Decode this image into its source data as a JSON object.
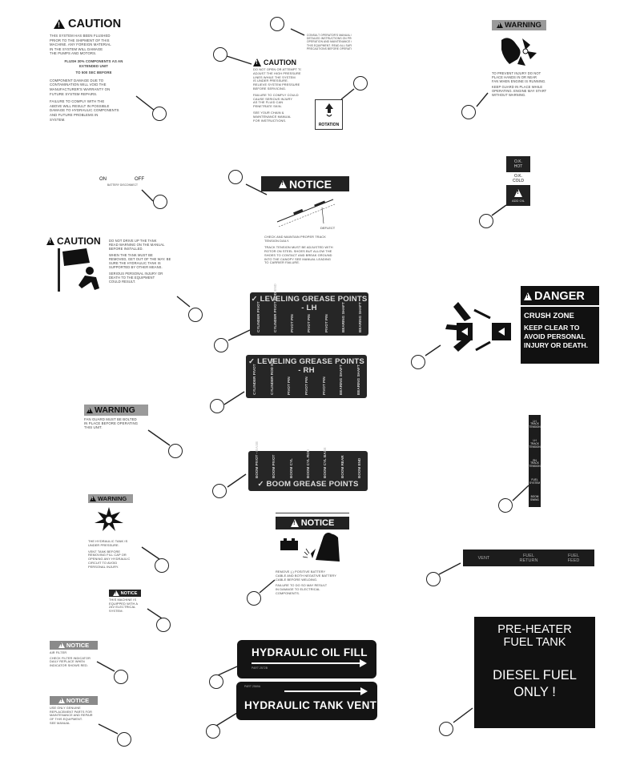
{
  "decals": {
    "caution_flush": {
      "header": "CAUTION",
      "lines_a": [
        "THIS SYSTEM HAS BEEN FLUSHED",
        "PRIOR TO THE SHIPMENT OF THIS",
        "MACHINE. ANY FOREIGN MATERIAL",
        "IN THE SYSTEM WILL DAMAGE",
        "THE PUMPS AND MOTORS."
      ],
      "lines_b": [
        "FLUSH 30% COMPONENTS AS AN",
        "EXTENDED UNIT",
        "TO 500 SEC BEFORE"
      ],
      "lines_c": [
        "COMPONENT DAMAGE DUE TO",
        "CONTAMINATION WILL VOID THE",
        "MANUFACTURER'S WARRANTY ON",
        "FUTURE SYSTEM REPAIRS."
      ],
      "lines_d": [
        "FAILURE TO COMPLY WITH THE",
        "ABOVE WILL RESULT IN POSSIBLE",
        "DAMAGE TO HYDRAULIC COMPONENTS",
        "AND FUTURE PROBLEMS IN",
        "SYSTEM."
      ]
    },
    "caution_pressure": {
      "header": "CAUTION",
      "lines": [
        "DO NOT OPEN OR ATTEMPT TO",
        "ADJUST THE HIGH PRESSURE",
        "LINES WHILE THE SYSTEM",
        "IS UNDER PRESSURE.",
        "RELIEVE SYSTEM PRESSURE",
        "BEFORE SERVICING.",
        "",
        "FAILURE TO COMPLY COULD",
        "CAUSE SERIOUS INJURY",
        "AS THE FLUID CAN",
        "PENETRATE SKIN.",
        "",
        "SEE YOUR CHAIN &",
        "MAINTENANCE MANUAL",
        "FOR INSTRUCTIONS."
      ]
    },
    "small_text_tag": {
      "lines": [
        "CONSULT OPERATOR'S MANUAL FOR",
        "DETAILED INSTRUCTIONS ON PROPER",
        "OPERATION AND MAINTENANCE OF",
        "THIS EQUIPMENT. READ ALL SAFETY",
        "PRECAUTIONS BEFORE OPERATING."
      ]
    },
    "rotation": {
      "label": "ROTATION"
    },
    "warning_fan": {
      "header": "WARNING",
      "lines": [
        "TO PREVENT INJURY DO NOT",
        "PLACE HANDS IN OR NEAR",
        "FAN WHEN ENGINE IS RUNNING.",
        "",
        "KEEP GUARD IN PLACE WHILE",
        "OPERATING. ENGINE MAY START",
        "WITHOUT WARNING."
      ]
    },
    "on_off": {
      "on": "ON",
      "off": "OFF",
      "sub": "BATTERY DISCONNECT"
    },
    "notice_belt": {
      "header": "NOTICE",
      "deflect": "DEFLECT",
      "lines": [
        "CHECK AND MAINTAIN PROPER TRACK",
        "TENSION DAILY.",
        "",
        "TRACK TENSION MUST BE ADJUSTED WITH",
        "ROTOR ON STEEL SHOES BUT ALLOW THE",
        "SHOES TO CONTACT AND BREAK GROUND",
        "INTO THE CANOPY SEE MANUAL LEADING",
        "TO CARRIER FAILURE."
      ]
    },
    "oil_level": {
      "ok_hot": "O.K.\nHOT",
      "ok_cold": "O.K.\nCOLD",
      "add_oil": "ADD OIL"
    },
    "caution_tank": {
      "header": "CAUTION",
      "lines": [
        "DO NOT DRIVE UP THE TANK",
        "READ WARNING ON THE MANUAL",
        "BEFORE INSTALLED.",
        "",
        "WHEN THE TANK MUST BE",
        "REMOVED, GET OUT OF THE WAY. BE",
        "SURE THE HYDRAULIC TANK IS",
        "SUPPORTED BY OTHER MEANS.",
        "",
        "SERIOUS PERSONAL INJURY OR",
        "DEATH TO THE EQUIPMENT",
        "COULD RESULT."
      ]
    },
    "grease_lh": {
      "title": "LEVELING GREASE POINTS - LH",
      "cols": [
        "CYLINDER PIVOT",
        "CYLINDER PIVOT ROD END",
        "PIVOT PIN",
        "PIVOT PIN",
        "PIVOT PIN",
        "BEARING SHAFT",
        "BEARING SHAFT"
      ]
    },
    "grease_rh": {
      "title": "LEVELING GREASE POINTS - RH",
      "cols": [
        "CYLINDER PIVOT",
        "CYLINDER ROD END",
        "PIVOT PIN",
        "PIVOT PIN",
        "PIVOT PIN",
        "BEARING SHAFT",
        "BEARING SHAFT"
      ]
    },
    "grease_boom": {
      "title": "BOOM GREASE POINTS",
      "cols": [
        "BOOM PIVOT - BASE",
        "BOOM PIVOT",
        "BOOM CYL",
        "BOOM CYL ROD",
        "BOOM CYL BASE",
        "BOOM REAR",
        "BOOM END"
      ]
    },
    "danger_crush": {
      "header": "DANGER",
      "line1": "CRUSH ZONE",
      "line2": "KEEP CLEAR TO",
      "line3": "AVOID PERSONAL",
      "line4": "INJURY OR DEATH."
    },
    "warning_guard": {
      "header": "WARNING",
      "lines": [
        "FAN GUARD MUST BE BOLTED",
        "IN PLACE BEFORE OPERATING",
        "THIS UNIT."
      ]
    },
    "vertical_strip": {
      "items": [
        "LH TRACK TENSION",
        "LH TRACK TENSION",
        "RH TRACK TENSION",
        "FUEL SYSTEM",
        "BOOM SWING"
      ]
    },
    "warning_battery": {
      "header": "WARNING",
      "lines": [
        "THE HYDRAULIC TANK IS",
        "UNDER PRESSURE.",
        "",
        "VENT TANK BEFORE",
        "REMOVING FILL CAP OR",
        "OPENING ANY HYDRAULIC",
        "CIRCUIT TO AVOID",
        "PERSONAL INJURY."
      ]
    },
    "notice_weld": {
      "header": "NOTICE",
      "lines": [
        "REMOVE (-) POSITIVE BATTERY",
        "CABLE AND BOTH NEGATIVE BATTERY",
        "CABLE BEFORE WELDING.",
        "",
        "FAILURE TO DO SO MAY RESULT",
        "IN DAMAGE TO ELECTRICAL",
        "COMPONENTS."
      ]
    },
    "fuel_strip": {
      "vent": "VENT",
      "return": "FUEL\nRETURN",
      "feed": "FUEL\nFEED"
    },
    "notice_electrical": {
      "header": "NOTICE",
      "lines": [
        "THIS MACHINE IS",
        "EQUIPPED WITH A",
        "24V ELECTRICAL",
        "SYSTEM."
      ]
    },
    "notice_small_a": {
      "header": "NOTICE",
      "lines": [
        "AIR FILTER",
        "",
        "CHECK FILTER INDICATOR",
        "DAILY REPLACE WHEN",
        "INDICATOR SHOWS RED."
      ]
    },
    "notice_small_b": {
      "header": "NOTICE",
      "lines": [
        "USE ONLY GENUINE",
        "REPLACEMENT PARTS FOR",
        "MAINTENANCE AND REPAIR",
        "OF THIS EQUIPMENT.",
        "SEE MANUAL"
      ]
    },
    "hyd_fill": {
      "label": "HYDRAULIC OIL FILL",
      "sub": "PART 2572B"
    },
    "hyd_vent": {
      "label": "HYDRAULIC TANK VENT",
      "sub": "PART 2569A"
    },
    "pre_heater": {
      "line1": "PRE-HEATER",
      "line2": "FUEL TANK",
      "line3": "DIESEL FUEL",
      "line4": "ONLY !"
    }
  }
}
